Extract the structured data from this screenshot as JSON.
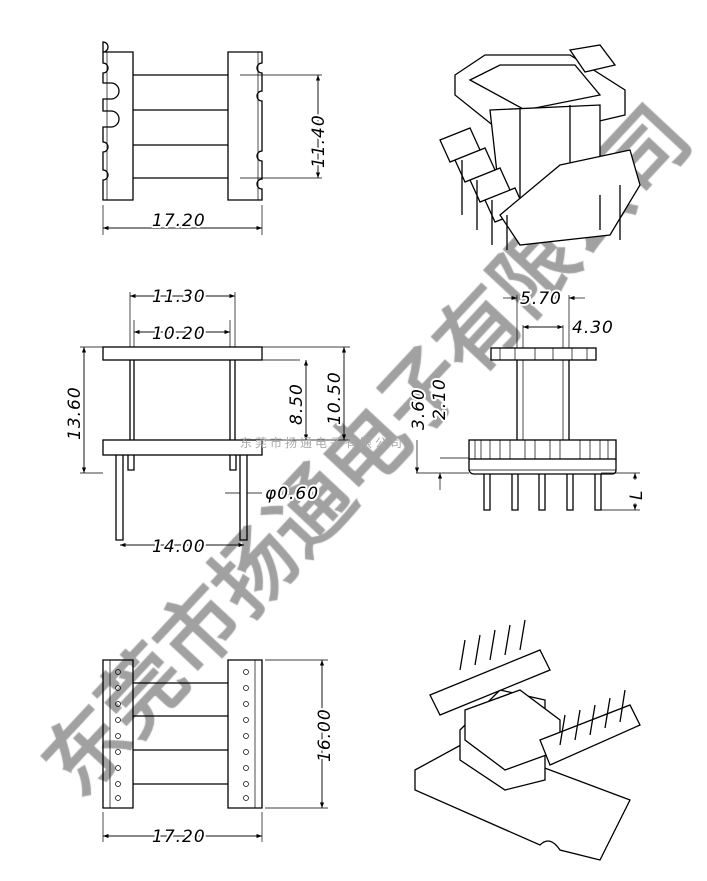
{
  "watermark": {
    "text": "东莞市扬通电子有限公司",
    "small_text": "东莞市扬通电子有限公司",
    "color": "#8a8a8a"
  },
  "top_view": {
    "width": "17.20",
    "height": "11.40"
  },
  "side_view": {
    "outer_width": "11.30",
    "inner_width": "10.20",
    "height": "13.60",
    "winding_height": "8.50",
    "flange_height": "10.50",
    "pin_diameter": "φ0.60",
    "pin_pitch": "14.00"
  },
  "end_view": {
    "outer_width": "5.70",
    "inner_width": "4.30",
    "base_height": "3.60",
    "flange_thickness": "2.10",
    "pin_length": "L"
  },
  "bottom_view": {
    "width": "17.20",
    "height": "16.00"
  }
}
